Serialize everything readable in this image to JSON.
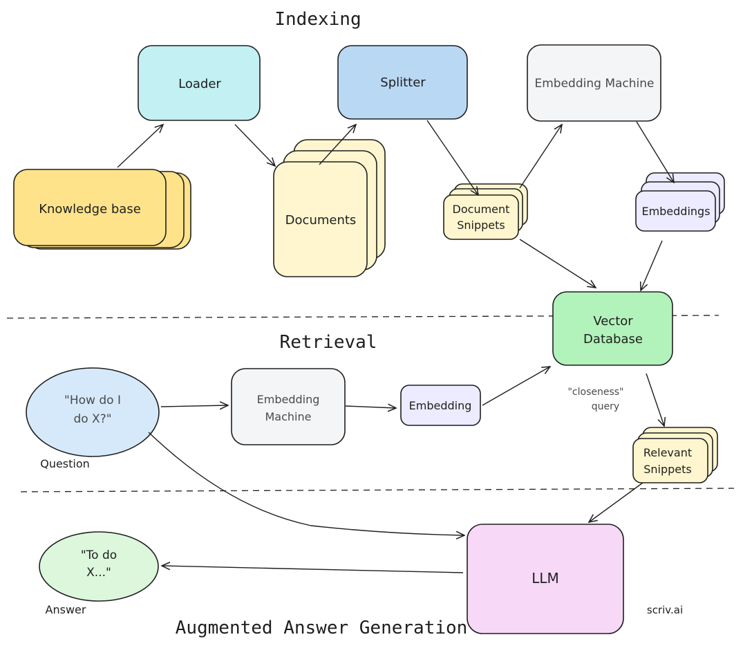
{
  "sections": {
    "indexing": "Indexing",
    "retrieval": "Retrieval",
    "generation": "Augmented Answer Generation"
  },
  "nodes": {
    "knowledge_base": "Knowledge base",
    "loader": "Loader",
    "documents": "Documents",
    "splitter": "Splitter",
    "document_snippets": [
      "Document",
      "Snippets"
    ],
    "embedding_machine_top": "Embedding Machine",
    "embeddings": "Embeddings",
    "vector_database": [
      "Vector",
      "Database"
    ],
    "question_bubble": [
      "\"How do I",
      "do X?\""
    ],
    "embedding_machine_bottom": [
      "Embedding",
      "Machine"
    ],
    "embedding": "Embedding",
    "relevant_snippets": [
      "Relevant",
      "Snippets"
    ],
    "llm": "LLM",
    "answer_bubble": [
      "\"To do",
      "X...\""
    ]
  },
  "annotations": {
    "question": "Question",
    "answer": "Answer",
    "closeness_query": [
      "\"closeness\"",
      "query"
    ],
    "credit": "scriv.ai"
  },
  "colors": {
    "knowledge_base": "#ffe38a",
    "loader": "#c3f0f2",
    "documents": "#fff6cf",
    "splitter": "#b9d8f4",
    "embedding_machine": "#f4f5f7",
    "document_snippets": "#fff6cf",
    "embeddings": "#ecebff",
    "vector_database": "#b2f2bb",
    "question_bubble": "#d6e9fb",
    "embedding": "#ecebff",
    "relevant_snippets": "#fff6cf",
    "llm": "#f7d8f7",
    "answer_bubble": "#dcf7dc"
  }
}
